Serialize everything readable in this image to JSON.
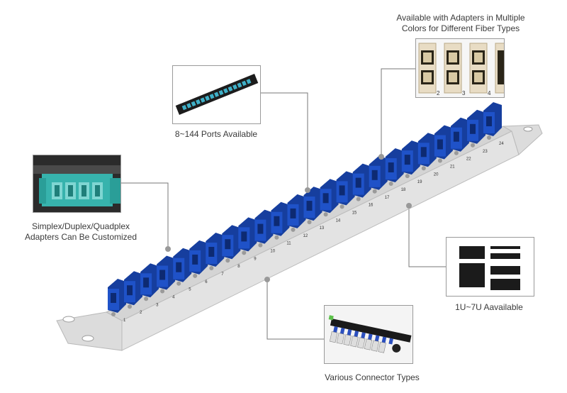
{
  "callouts": {
    "multi_color": {
      "line1": "Available with Adapters in Multiple",
      "line2": "Colors for Different Fiber Types"
    },
    "ports": "8~144 Ports Available",
    "simplex": {
      "line1": "Simplex/Duplex/Quadplex",
      "line2": "Adapters Can Be Customized"
    },
    "units": "1U~7U Aavailable",
    "connectors": "Various Connector Types"
  },
  "adapter_sample_numbers": [
    "2",
    "3",
    "4"
  ],
  "port_numbers": [
    "1",
    "2",
    "3",
    "4",
    "5",
    "6",
    "7",
    "8",
    "9",
    "10",
    "11",
    "12",
    "13",
    "14",
    "15",
    "16",
    "17",
    "18",
    "19",
    "20",
    "21",
    "22",
    "23",
    "24"
  ],
  "colors": {
    "adapter_blue": "#1f52c8",
    "adapter_aqua": "#2fb8b0",
    "panel_gray": "#e3e3e3",
    "beige": "#e8dcc4",
    "leader_line": "#777777"
  }
}
